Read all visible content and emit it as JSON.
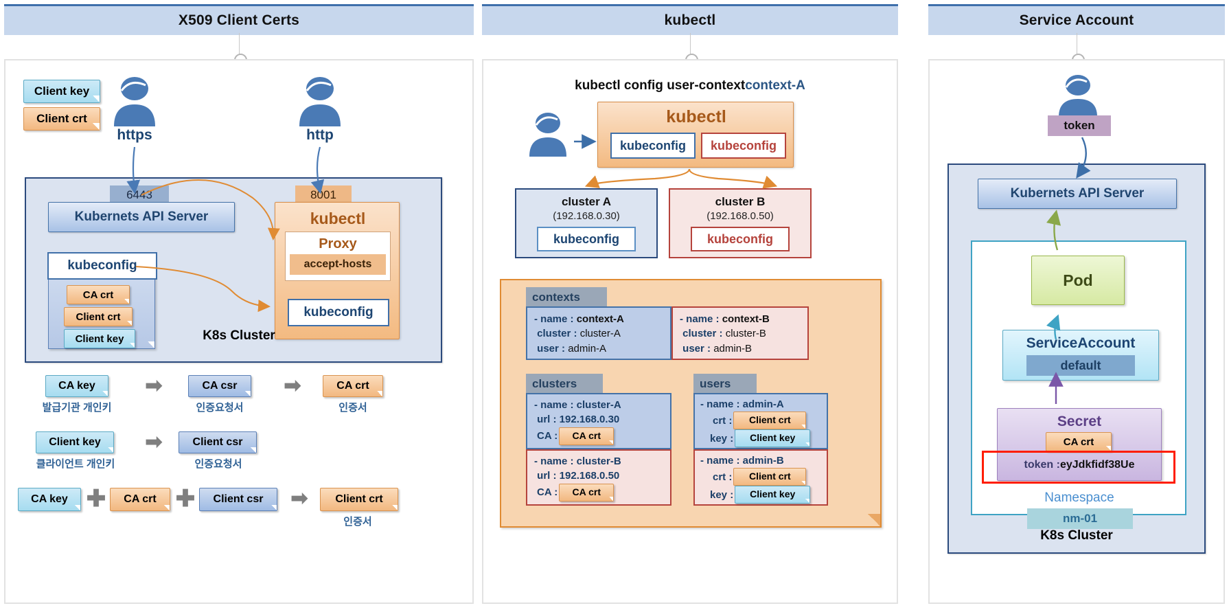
{
  "panels": [
    {
      "id": "x509",
      "title": "X509 Client Certs",
      "cluster_label": "K8s Cluster",
      "user_left_label": "https",
      "user_right_label": "http",
      "floating_tags": [
        {
          "label": "Client key",
          "style": "key"
        },
        {
          "label": "Client crt",
          "style": "crt"
        }
      ],
      "api_port": "6443",
      "api_server": "Kubernets API Server",
      "kubectl_port": "8001",
      "kubectl_title": "kubectl",
      "proxy_title": "Proxy",
      "proxy_option": "accept-hosts",
      "kubectl_kubeconfig": "kubeconfig",
      "kubeconfig_title": "kubeconfig",
      "kubeconfig_items": [
        {
          "label": "CA crt",
          "style": "crt"
        },
        {
          "label": "Client crt",
          "style": "crt"
        },
        {
          "label": "Client key",
          "style": "key"
        }
      ],
      "cert_flow": {
        "row1": {
          "items": [
            {
              "label": "CA key",
              "style": "key",
              "caption": "발급기관 개인키"
            },
            {
              "label": "CA csr",
              "style": "csr",
              "caption": "인증요청서"
            },
            {
              "label": "CA crt",
              "style": "crt",
              "caption": "인증서"
            }
          ],
          "arrow": "➡"
        },
        "row2": {
          "items": [
            {
              "label": "Client key",
              "style": "key",
              "caption": "클라이언트 개인키"
            },
            {
              "label": "Client csr",
              "style": "csr",
              "caption": "인증요청서"
            }
          ],
          "arrow": "➡"
        },
        "row3": {
          "items": [
            {
              "label": "CA key",
              "style": "key",
              "caption": ""
            },
            {
              "label": "CA crt",
              "style": "crt",
              "caption": ""
            },
            {
              "label": "Client csr",
              "style": "csr",
              "caption": ""
            },
            {
              "label": "Client crt",
              "style": "crt",
              "caption": "인증서"
            }
          ],
          "plus": "✚",
          "arrow": "➡"
        }
      }
    },
    {
      "id": "kubectl",
      "title": "kubectl",
      "command_prefix": "kubectl config user-context ",
      "command_accent": "context-A",
      "kubectl_title": "kubectl",
      "kubeconfig_a": "kubeconfig",
      "kubeconfig_b": "kubeconfig",
      "clusters": [
        {
          "name": "cluster A",
          "ip": "(192.168.0.30)",
          "kubeconfig": "kubeconfig",
          "variant": "a"
        },
        {
          "name": "cluster B",
          "ip": "(192.168.0.50)",
          "kubeconfig": "kubeconfig",
          "variant": "b"
        }
      ],
      "yaml": {
        "contexts": {
          "tab": "contexts",
          "entries": [
            {
              "variant": "a",
              "lines": [
                {
                  "dash": "- ",
                  "key": "name",
                  "sep": " : ",
                  "val": "context-A",
                  "bold": true
                },
                {
                  "dash": "",
                  "key": "cluster",
                  "sep": " : ",
                  "val": "cluster-A",
                  "bold": false
                },
                {
                  "dash": "",
                  "key": "user",
                  "sep": " : ",
                  "val": "admin-A",
                  "bold": false
                }
              ]
            },
            {
              "variant": "b",
              "lines": [
                {
                  "dash": "- ",
                  "key": "name",
                  "sep": " : ",
                  "val": "context-B",
                  "bold": true
                },
                {
                  "dash": "",
                  "key": "cluster",
                  "sep": " : ",
                  "val": "cluster-B",
                  "bold": false
                },
                {
                  "dash": "",
                  "key": "user",
                  "sep": " : ",
                  "val": "admin-B",
                  "bold": false
                }
              ]
            }
          ]
        },
        "clusters": {
          "tab": "clusters",
          "entries": [
            {
              "variant": "a",
              "name_line": "- name : cluster-A",
              "url_line": "url : 192.168.0.30",
              "ca_label": "CA : ",
              "ca_tag": "CA crt"
            },
            {
              "variant": "b",
              "name_line": "- name : cluster-B",
              "url_line": "url : 192.168.0.50",
              "ca_label": "CA : ",
              "ca_tag": "CA crt"
            }
          ]
        },
        "users": {
          "tab": "users",
          "entries": [
            {
              "variant": "a",
              "name_line": "- name : admin-A",
              "crt_label": "crt : ",
              "crt_tag": "Client crt",
              "key_label": "key : ",
              "key_tag": "Client key"
            },
            {
              "variant": "b",
              "name_line": "- name : admin-B",
              "crt_label": "crt : ",
              "crt_tag": "Client crt",
              "key_label": "key : ",
              "key_tag": "Client key"
            }
          ]
        }
      }
    },
    {
      "id": "service-account",
      "title": "Service Account",
      "token_badge": "token",
      "api_server": "Kubernets API Server",
      "cluster_label": "K8s Cluster",
      "pod": "Pod",
      "service_account_title": "ServiceAccount",
      "service_account_name": "default",
      "secret_title": "Secret",
      "secret_ca_tag": "CA crt",
      "secret_token_label": "token : ",
      "secret_token_value": "eyJdkfidf38Ue",
      "namespace_label": "Namespace",
      "namespace_name": "nm-01"
    }
  ],
  "colors": {
    "header_bg": "#c7d7ed",
    "header_border": "#3e6fab",
    "cluster_border": "#2b4a7d",
    "cluster_bg": "#dbe3f0",
    "orange": "#e08b33",
    "red": "#b5433c",
    "accent_blue": "#2a5584"
  }
}
